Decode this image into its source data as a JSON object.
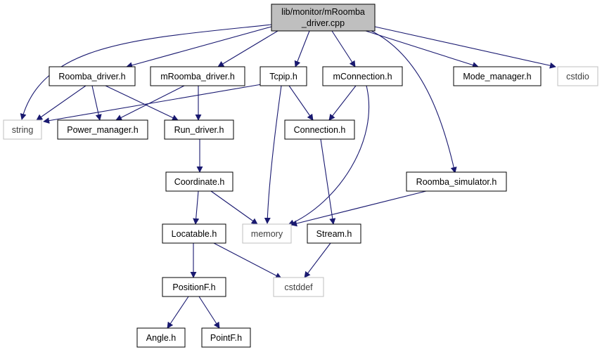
{
  "colors": {
    "edge": "#191970",
    "node_border": "#000000",
    "external_border": "#bfbfbf",
    "root_fill": "#bfbfbf",
    "node_fill": "#ffffff",
    "external_text": "#404040"
  },
  "nodes": {
    "root": [
      "lib/monitor/mRoomba",
      "_driver.cpp"
    ],
    "roomba_driver_h": "Roomba_driver.h",
    "mroomba_driver_h": "mRoomba_driver.h",
    "tcpip_h": "Tcpip.h",
    "mconnection_h": "mConnection.h",
    "mode_manager_h": "Mode_manager.h",
    "cstdio": "cstdio",
    "string": "string",
    "power_manager_h": "Power_manager.h",
    "run_driver_h": "Run_driver.h",
    "connection_h": "Connection.h",
    "coordinate_h": "Coordinate.h",
    "roomba_simulator_h": "Roomba_simulator.h",
    "locatable_h": "Locatable.h",
    "memory": "memory",
    "stream_h": "Stream.h",
    "positionf_h": "PositionF.h",
    "cstddef": "cstddef",
    "angle_h": "Angle.h",
    "pointf_h": "PointF.h"
  }
}
